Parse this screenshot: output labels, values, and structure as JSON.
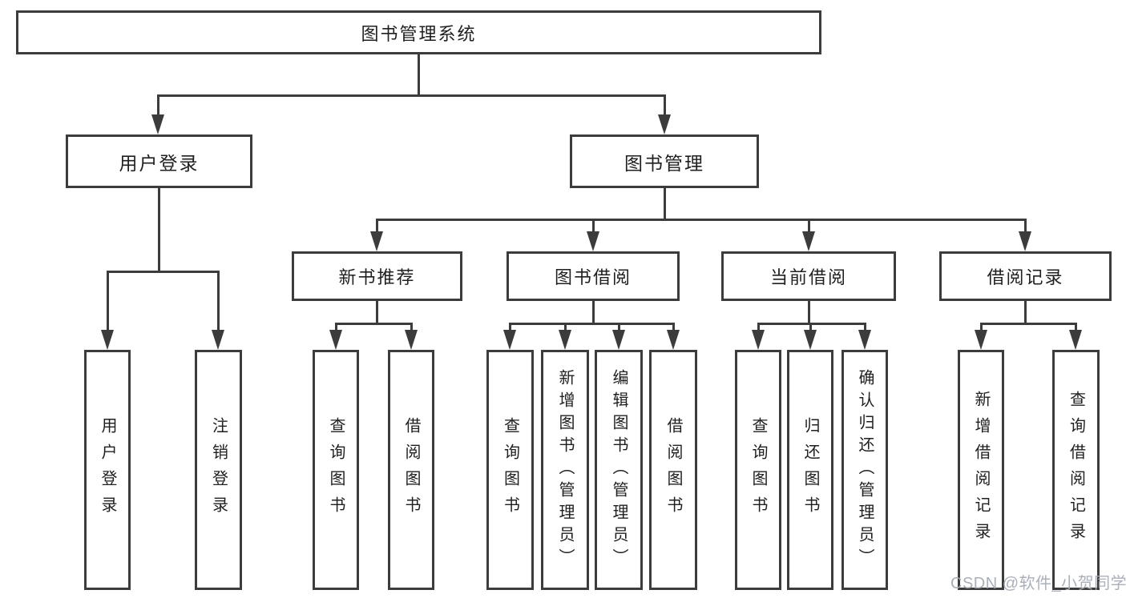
{
  "diagram": {
    "type": "hierarchy-tree",
    "root": {
      "label": "图书管理系统"
    },
    "level2": {
      "user_login": {
        "label": "用户登录"
      },
      "book_mgmt": {
        "label": "图书管理"
      }
    },
    "level3": {
      "new_book_rec": {
        "label": "新书推荐"
      },
      "book_borrow": {
        "label": "图书借阅"
      },
      "current_borrow": {
        "label": "当前借阅"
      },
      "borrow_records": {
        "label": "借阅记录"
      }
    },
    "leaves": {
      "user_login": {
        "label": "用户登录"
      },
      "logout": {
        "label": "注销登录"
      },
      "query_book_1": {
        "label": "查询图书"
      },
      "borrow_book_1": {
        "label": "借阅图书"
      },
      "query_book_2": {
        "label": "查询图书"
      },
      "add_book": {
        "label": "新增图书（管理员）"
      },
      "edit_book": {
        "label": "编辑图书（管理员）"
      },
      "borrow_book_2": {
        "label": "借阅图书"
      },
      "query_book_3": {
        "label": "查询图书"
      },
      "return_book": {
        "label": "归还图书"
      },
      "confirm_return": {
        "label": "确认归还（管理员）"
      },
      "add_record": {
        "label": "新增借阅记录"
      },
      "query_record": {
        "label": "查询借阅记录"
      }
    }
  },
  "watermark": {
    "text": "CSDN @软件_小贺同学"
  },
  "colors": {
    "line": "#3c3c3c",
    "text": "#1f1f1f",
    "background": "#ffffff",
    "watermark": "#a5acb6"
  }
}
